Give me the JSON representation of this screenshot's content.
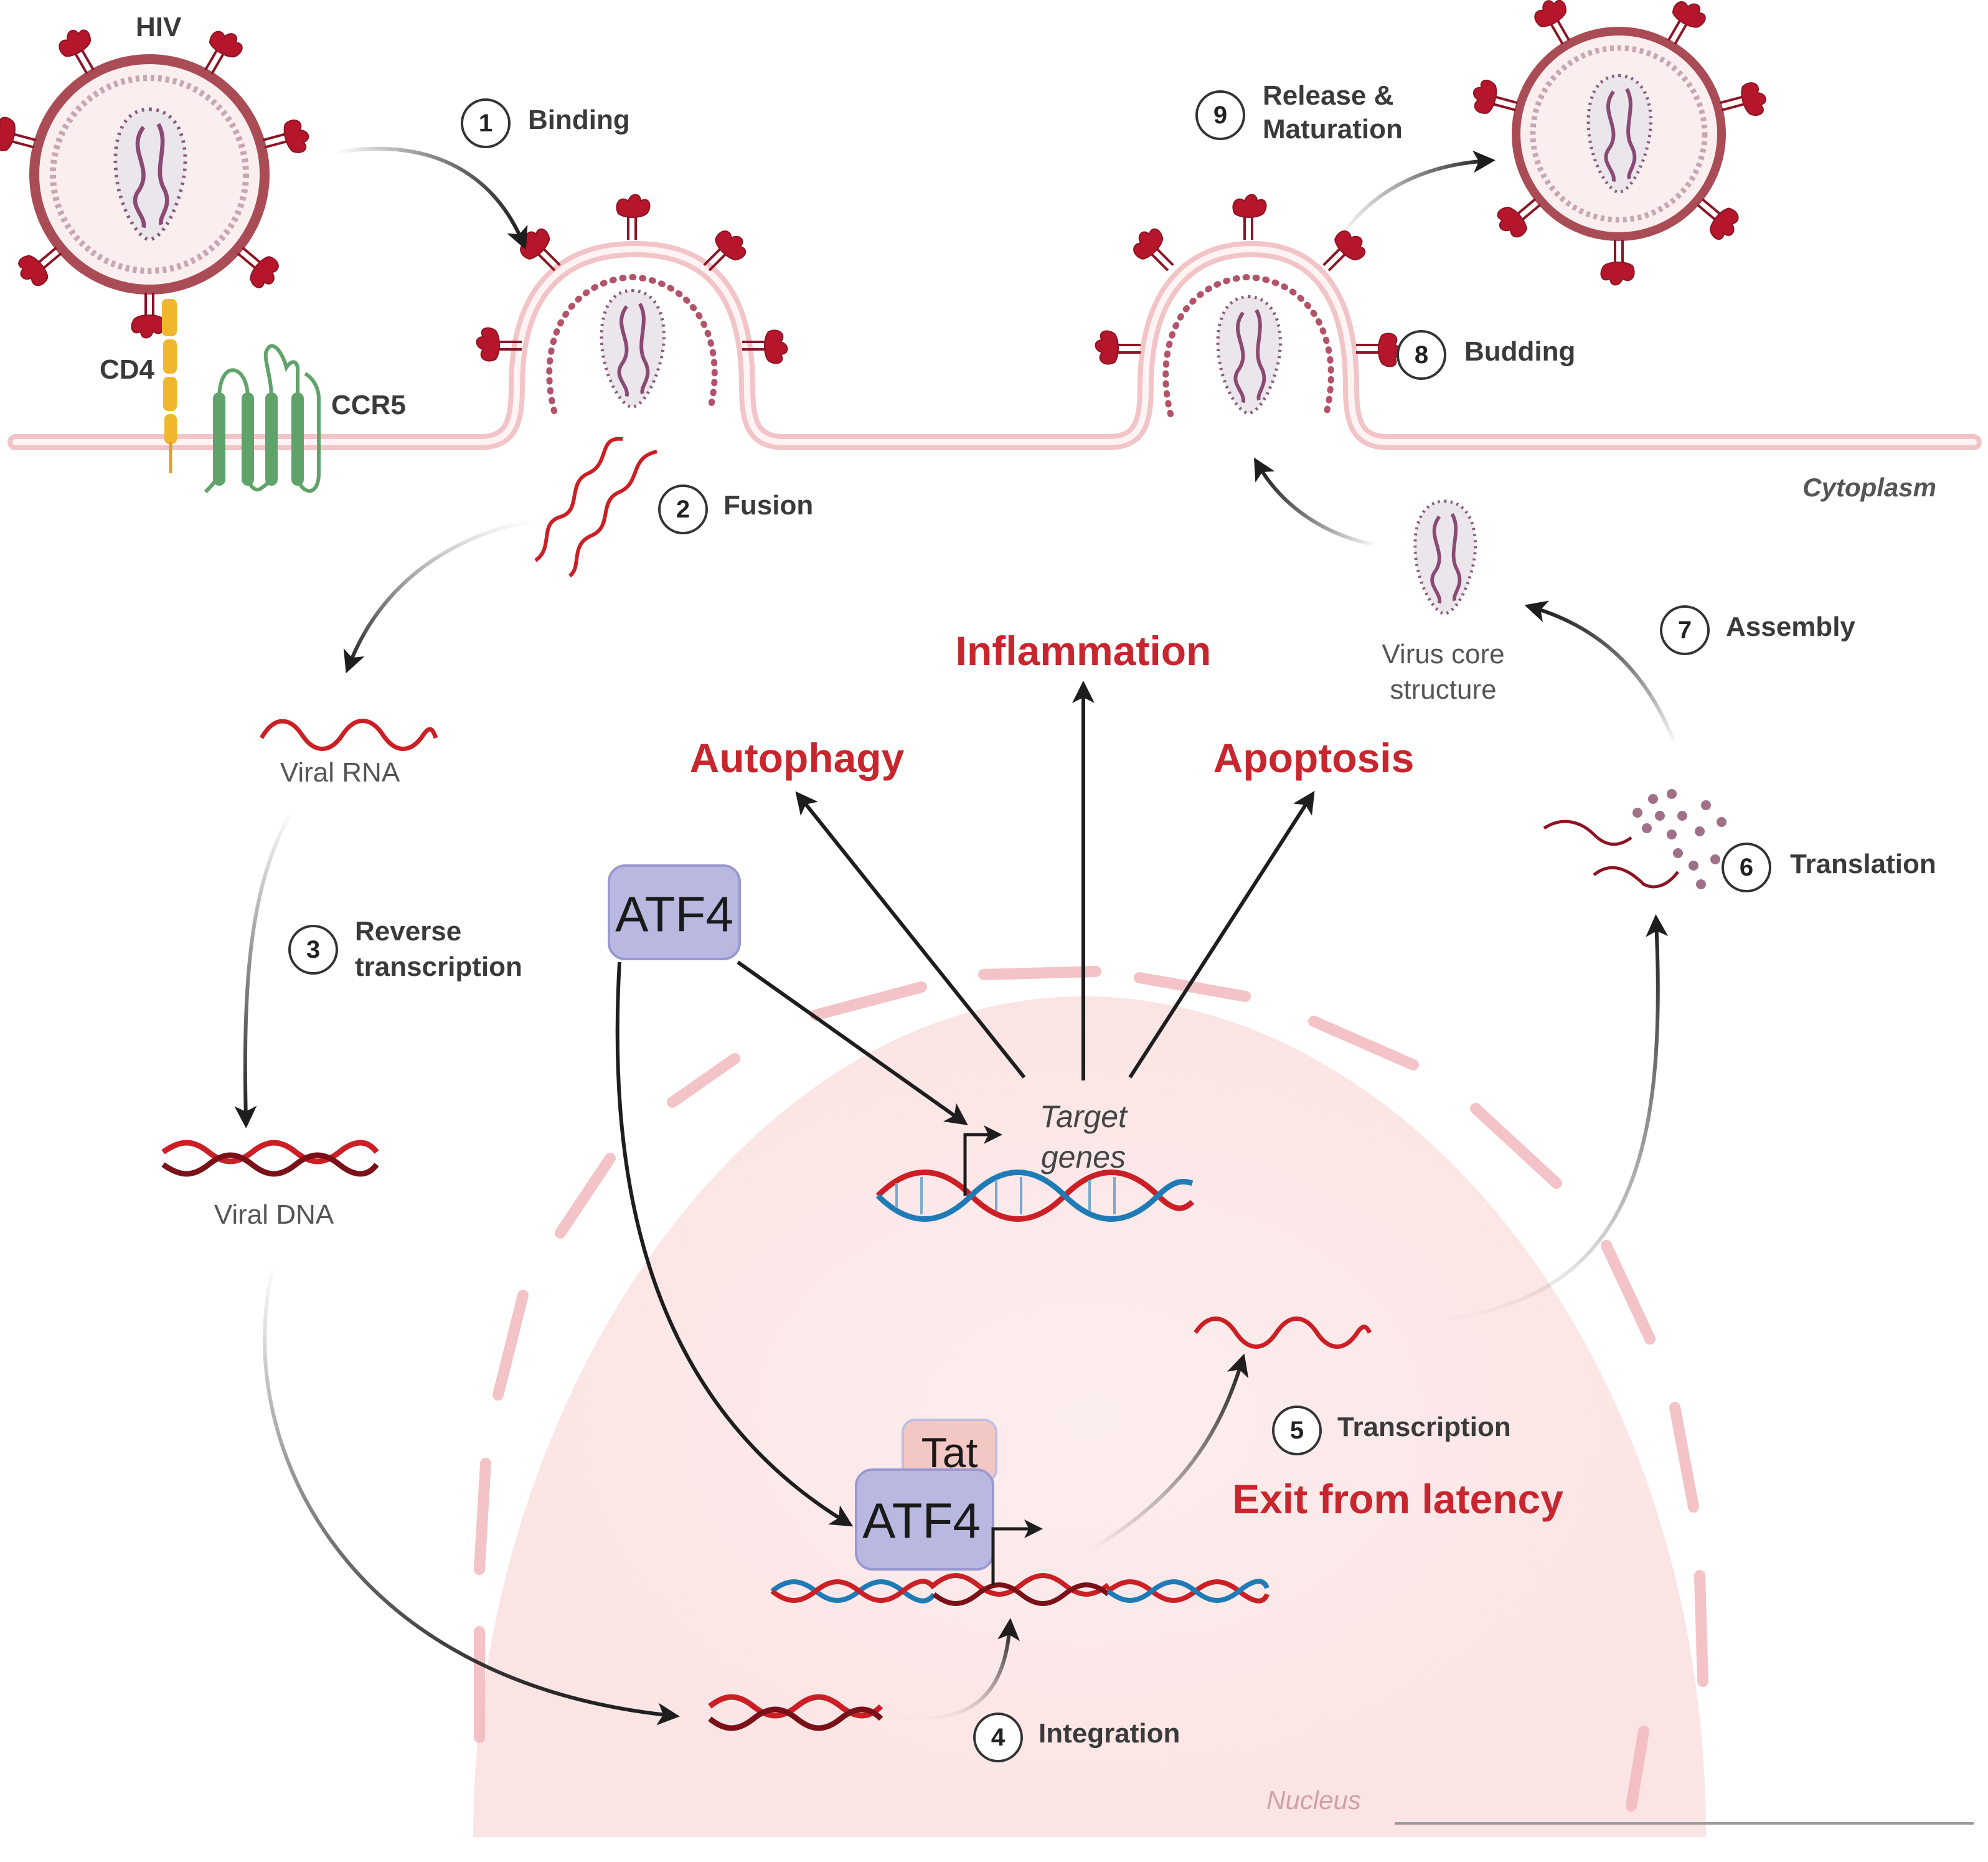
{
  "title": "HIV life cycle and ATF4-mediated exit from latency",
  "colors": {
    "outcome_red": "#c8262e",
    "membrane_pink": "#f2c4c8",
    "nucleus_fill": "#fdf0f0",
    "virus_red": "#b5162b",
    "atf4_box": "#b9b8e0",
    "tat_box": "#f3c8c4",
    "ccr5_green": "#5fa36a",
    "cd4_yellow": "#f0b62c",
    "dna_blue": "#1f7bb5",
    "rna_red": "#cc1f25"
  },
  "labels": {
    "hiv": "HIV",
    "cd4": "CD4",
    "ccr5": "CCR5",
    "cytoplasm": "Cytoplasm",
    "nucleus": "Nucleus",
    "viral_rna": "Viral RNA",
    "viral_dna": "Viral DNA",
    "virus_core_line1": "Virus core",
    "virus_core_line2": "structure",
    "target_line1": "Target",
    "target_line2": "genes"
  },
  "steps": [
    {
      "num": "1",
      "label": "Binding"
    },
    {
      "num": "2",
      "label": "Fusion"
    },
    {
      "num": "3",
      "label_line1": "Reverse",
      "label_line2": "transcription"
    },
    {
      "num": "4",
      "label": "Integration"
    },
    {
      "num": "5",
      "label": "Transcription"
    },
    {
      "num": "6",
      "label": "Translation"
    },
    {
      "num": "7",
      "label": "Assembly"
    },
    {
      "num": "8",
      "label": "Budding"
    },
    {
      "num": "9",
      "label_line1": "Release &",
      "label_line2": "Maturation"
    }
  ],
  "outcomes": {
    "inflammation": "Inflammation",
    "autophagy": "Autophagy",
    "apoptosis": "Apoptosis",
    "exit_latency": "Exit from latency"
  },
  "proteins": {
    "atf4_top": "ATF4",
    "atf4_bottom": "ATF4",
    "tat": "Tat"
  }
}
